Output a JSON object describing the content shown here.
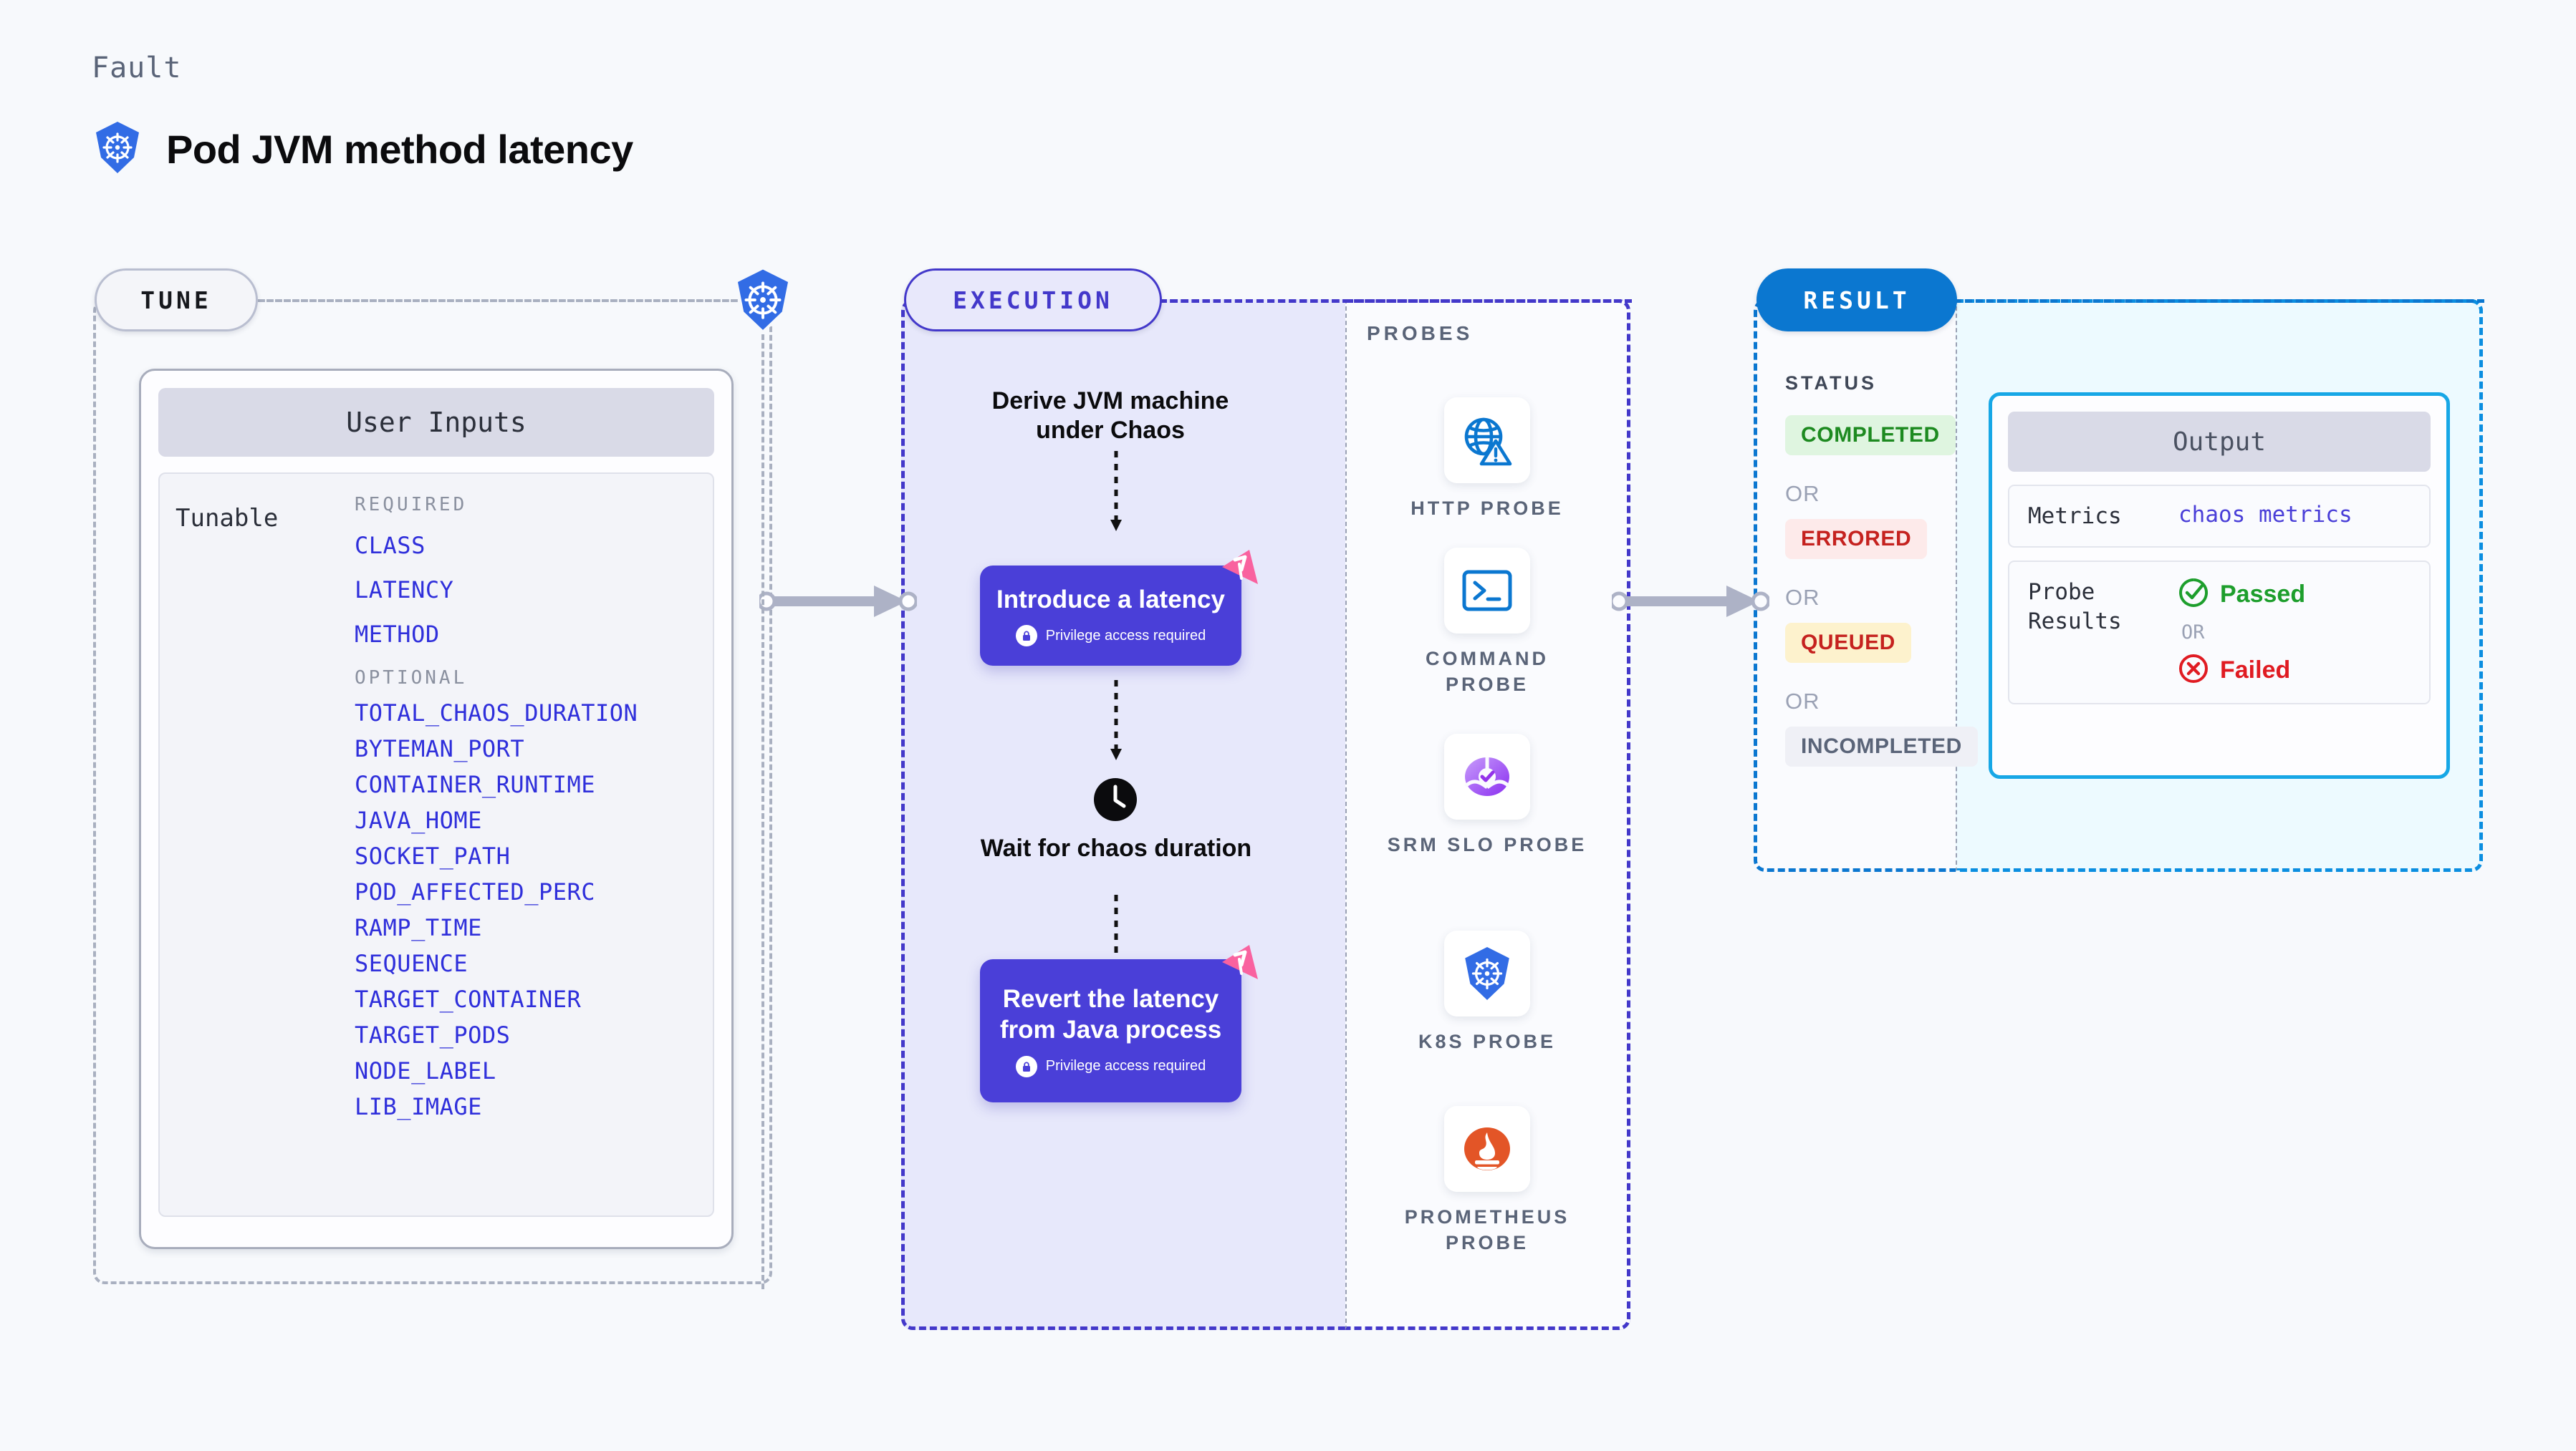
{
  "header": {
    "kicker": "Fault",
    "title": "Pod JVM method latency",
    "icon": "kubernetes-icon"
  },
  "sections": {
    "tune": {
      "label": "TUNE"
    },
    "execution": {
      "label": "EXECUTION"
    },
    "probes": {
      "label": "PROBES"
    },
    "result": {
      "label": "RESULT"
    }
  },
  "tune": {
    "card_title": "User Inputs",
    "tunable_label": "Tunable",
    "required_title": "REQUIRED",
    "optional_title": "OPTIONAL",
    "required": [
      "CLASS",
      "LATENCY",
      "METHOD"
    ],
    "optional": [
      "TOTAL_CHAOS_DURATION",
      "BYTEMAN_PORT",
      "CONTAINER_RUNTIME",
      "JAVA_HOME",
      "SOCKET_PATH",
      "POD_AFFECTED_PERC",
      "RAMP_TIME",
      "SEQUENCE",
      "TARGET_CONTAINER",
      "TARGET_PODS",
      "NODE_LABEL",
      "LIB_IMAGE"
    ]
  },
  "execution": {
    "step1": "Derive JVM machine under Chaos",
    "step2_title": "Introduce a latency",
    "step2_note": "Privilege access required",
    "step3": "Wait for chaos duration",
    "step4_title": "Revert the latency from Java process",
    "step4_note": "Privilege access required"
  },
  "probes": [
    {
      "label": "HTTP PROBE",
      "icon": "globe-warning-icon"
    },
    {
      "label": "COMMAND PROBE",
      "icon": "terminal-icon"
    },
    {
      "label": "SRM SLO PROBE",
      "icon": "slo-check-icon"
    },
    {
      "label": "K8S PROBE",
      "icon": "kubernetes-icon"
    },
    {
      "label": "PROMETHEUS PROBE",
      "icon": "prometheus-icon"
    }
  ],
  "result": {
    "status_title": "STATUS",
    "or": "OR",
    "statuses": [
      {
        "label": "COMPLETED",
        "bg": "#dff5e0",
        "fg": "#1d8a20"
      },
      {
        "label": "ERRORED",
        "bg": "#fdeaea",
        "fg": "#c5221f"
      },
      {
        "label": "QUEUED",
        "bg": "#fdf2cd",
        "fg": "#c5221f"
      },
      {
        "label": "INCOMPLETED",
        "bg": "#eff0f6",
        "fg": "#5a6478"
      }
    ],
    "output": {
      "title": "Output",
      "metrics_key": "Metrics",
      "metrics_value": "chaos metrics",
      "probe_results_key": "Probe Results",
      "passed": "Passed",
      "failed": "Failed",
      "or": "OR"
    }
  },
  "colors": {
    "accent_purple": "#4338ca",
    "exec_box": "#4a3fd8",
    "result_blue": "#0b77d0",
    "output_border": "#17a7e6",
    "param_blue": "#2f2fdb",
    "chaos_pink": "#f9629f",
    "k8s_blue": "#326ce5",
    "passed_green": "#1d9e2c",
    "failed_red": "#e01b22"
  }
}
